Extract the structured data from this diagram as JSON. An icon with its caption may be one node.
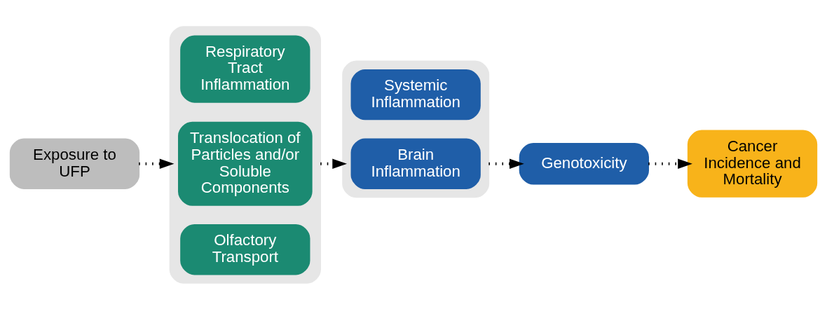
{
  "diagram": {
    "nodes": [
      {
        "text": [
          "Exposure to UFP"
        ]
      },
      {
        "text": [],
        "shape": "box"
      },
      {
        "text": [
          "Respiratory Tract Inflammation"
        ],
        "in": 1
      },
      {
        "text": [
          "Translocation of Particles and/or Soluble Components"
        ],
        "in": 1
      },
      {
        "text": [
          "Olfactory Transport"
        ],
        "in": 1
      },
      {
        "text": [],
        "shape": "box"
      },
      {
        "text": [
          "Systemic Inflammation"
        ],
        "in": 5
      },
      {
        "text": [
          "Brain Inflammation"
        ],
        "in": 5
      },
      {
        "text": [
          "Genotoxicity"
        ]
      },
      {
        "text": [
          "Cancer Incidence and Mortality"
        ]
      }
    ],
    "edges": [
      {
        "from": 0,
        "to": 1,
        "arrow": "to"
      },
      {
        "from": 1,
        "to": 5,
        "arrow": "to"
      },
      {
        "from": 5,
        "to": 8,
        "arrow": "to"
      },
      {
        "from": 8,
        "to": 9,
        "arrow": "to"
      }
    ]
  }
}
